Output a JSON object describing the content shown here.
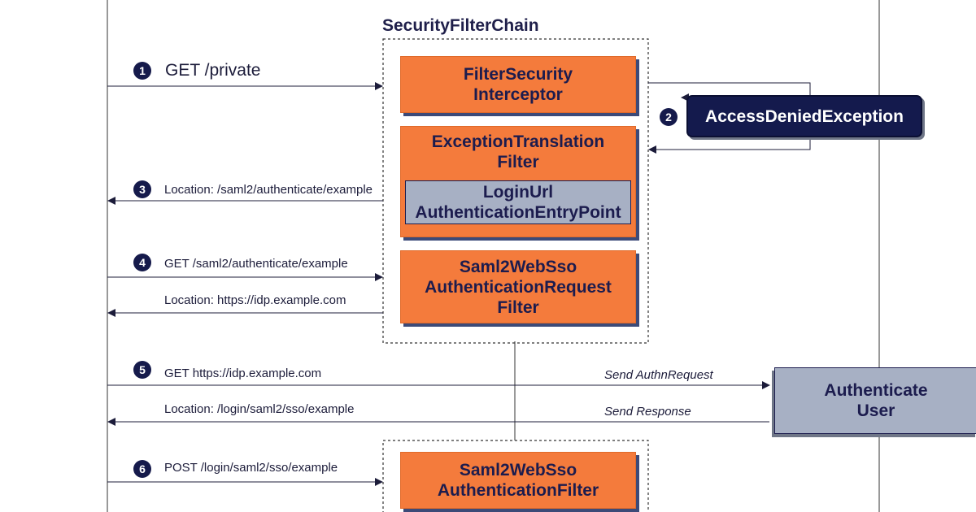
{
  "chain": {
    "title": "SecurityFilterChain",
    "filters": {
      "filter_security_interceptor": "FilterSecurity\nInterceptor",
      "exception_translation_filter": "ExceptionTranslation\nFilter",
      "login_url_entry_point": "LoginUrl\nAuthenticationEntryPoint",
      "saml2_request_filter": "Saml2WebSso\nAuthenticationRequest\nFilter",
      "saml2_authentication_filter": "Saml2WebSso\nAuthenticationFilter"
    }
  },
  "exception": {
    "label": "AccessDeniedException"
  },
  "idp": {
    "label": "Authenticate\nUser"
  },
  "steps": {
    "s1": {
      "number": "1",
      "label": "GET /private"
    },
    "s2": {
      "number": "2"
    },
    "s3": {
      "number": "3",
      "label": "Location: /saml2/authenticate/example"
    },
    "s4": {
      "number": "4",
      "label": "GET /saml2/authenticate/example",
      "response": "Location: https://idp.example.com"
    },
    "s5": {
      "number": "5",
      "label": "GET https://idp.example.com",
      "response": "Location: /login/saml2/sso/example",
      "send_request": "Send AuthnRequest",
      "send_response": "Send Response"
    },
    "s6": {
      "number": "6",
      "label": "POST /login/saml2/sso/example"
    }
  },
  "colors": {
    "filter": "#f47b3c",
    "entry_point": "#a7b0c4",
    "exception": "#141a4d",
    "ink": "#1c1c4e"
  }
}
